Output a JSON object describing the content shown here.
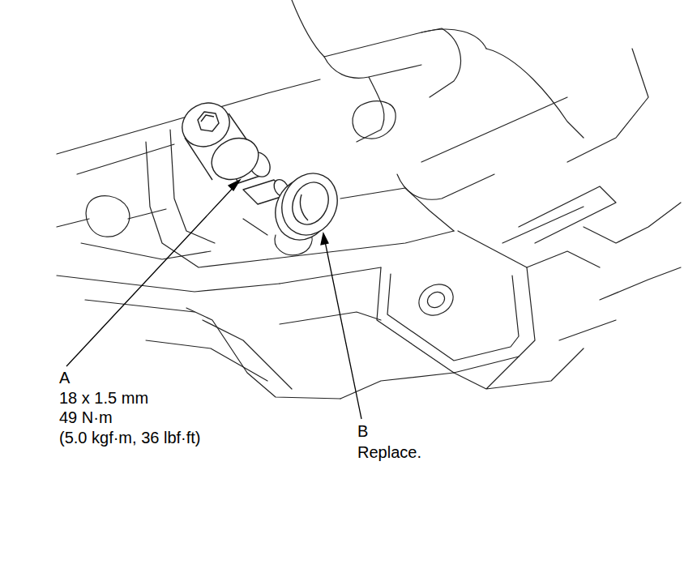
{
  "diagram": {
    "labels": [
      "A",
      "18 x 1.5 mm",
      "49 N·m",
      "(5.0 kgf·m, 36 lbf·ft)",
      "B",
      "Replace."
    ]
  }
}
